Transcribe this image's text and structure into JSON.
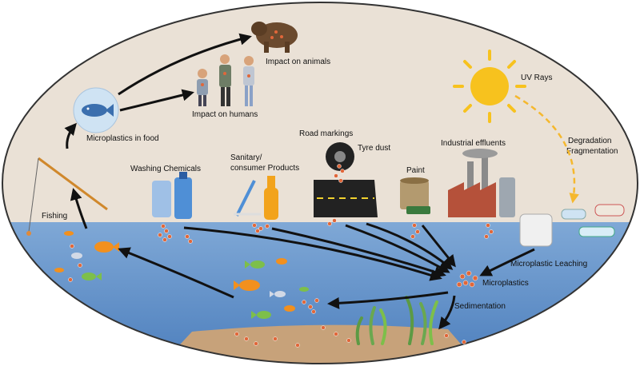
{
  "diagram": {
    "labels": {
      "impact_animals": "Impact on animals",
      "impact_humans": "Impact on humans",
      "microplastics_food": "Microplastics in food",
      "fishing": "Fishing",
      "washing_chemicals": "Washing Chemicals",
      "sanitary_line1": "Sanitary/",
      "sanitary_line2": "consumer Products",
      "road_markings": "Road markings",
      "tyre_dust": "Tyre dust",
      "paint": "Paint",
      "industrial_effluents": "Industrial effluents",
      "uv_rays": "UV Rays",
      "degradation": "Degradation",
      "fragmentation": "Fragmentation",
      "microplastic_leaching": "Microplastic Leaching",
      "microplastics": "Microplastics",
      "sedimentation": "Sedimentation"
    },
    "icons": [
      "bear-icon",
      "family-icon",
      "fish-icon",
      "fishing-rod-icon",
      "detergent-bottles-icon",
      "toothbrush-soap-icon",
      "tyre-road-icon",
      "paint-bucket-icon",
      "factory-icon",
      "sun-icon",
      "plastic-bottles-icon",
      "seaweed-icon"
    ],
    "colors": {
      "land": "#eae1d6",
      "water": "#6f9bce",
      "water_deep": "#4f82c0",
      "particle": "#e0673a",
      "sun": "#f7c21e",
      "uv_arrow": "#f5b82e",
      "arrow": "#111111"
    }
  }
}
